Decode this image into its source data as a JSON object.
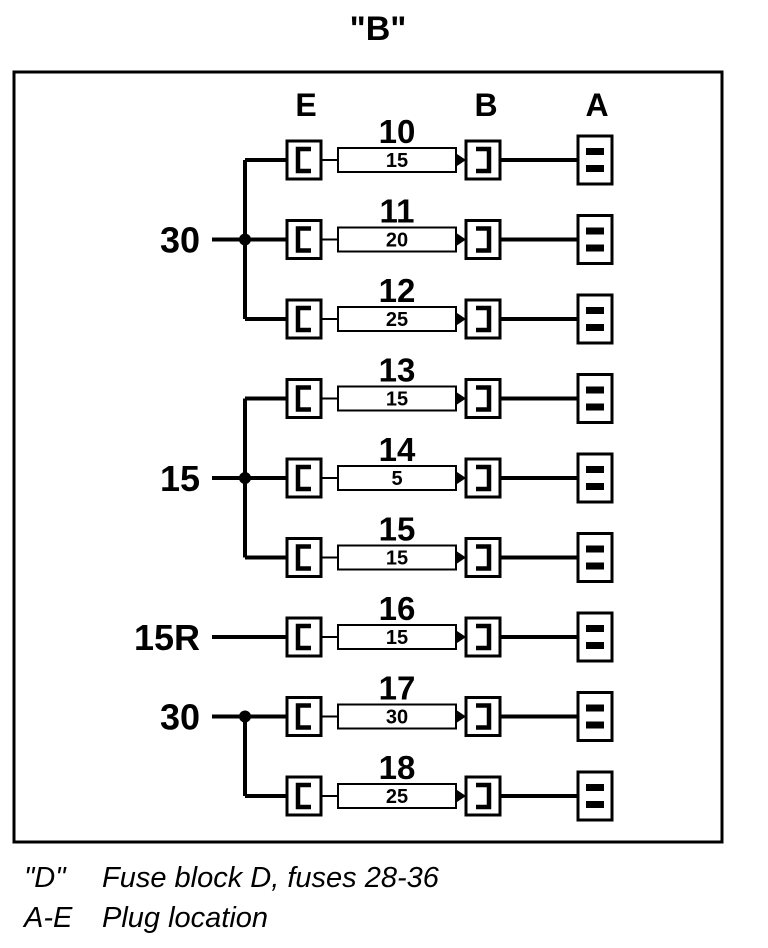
{
  "title": "\"B\"",
  "column_headers": {
    "E": "E",
    "B": "B",
    "A": "A"
  },
  "feeds": [
    {
      "label": "30",
      "fuses": [
        "10",
        "11",
        "12"
      ]
    },
    {
      "label": "15",
      "fuses": [
        "13",
        "14",
        "15"
      ]
    },
    {
      "label": "15R",
      "fuses": [
        "16"
      ]
    },
    {
      "label": "30",
      "fuses": [
        "17",
        "18"
      ]
    }
  ],
  "fuses": [
    {
      "number": "10",
      "rating": "15"
    },
    {
      "number": "11",
      "rating": "20"
    },
    {
      "number": "12",
      "rating": "25"
    },
    {
      "number": "13",
      "rating": "15"
    },
    {
      "number": "14",
      "rating": "5"
    },
    {
      "number": "15",
      "rating": "15"
    },
    {
      "number": "16",
      "rating": "15"
    },
    {
      "number": "17",
      "rating": "30"
    },
    {
      "number": "18",
      "rating": "25"
    }
  ],
  "legend": [
    {
      "key": "\"D\"",
      "text": "Fuse block D, fuses 28-36"
    },
    {
      "key": "A-E",
      "text": "Plug location"
    }
  ]
}
